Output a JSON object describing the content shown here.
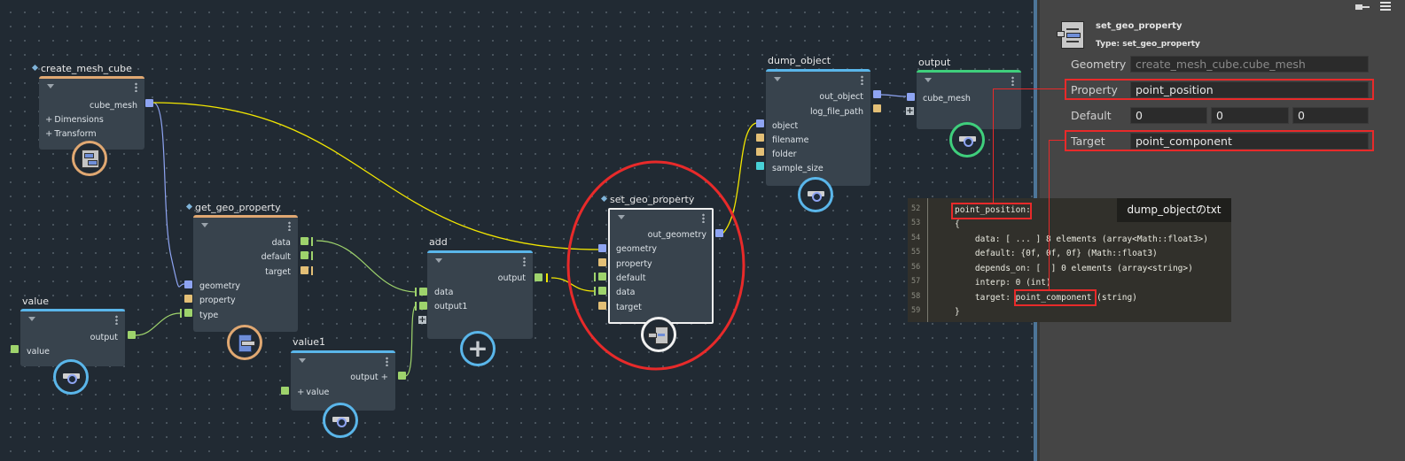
{
  "nodes": {
    "create_mesh_cube": {
      "title": "create_mesh_cube",
      "outputs": [
        "cube_mesh"
      ],
      "groups": [
        "Dimensions",
        "Transform"
      ],
      "icon": "cube-mesh-icon"
    },
    "get_geo_property": {
      "title": "get_geo_property",
      "outputs": [
        "data",
        "default",
        "target"
      ],
      "inputs": [
        "geometry",
        "property",
        "type"
      ],
      "icon": "get-property-icon"
    },
    "value": {
      "title": "value",
      "outputs": [
        "output"
      ],
      "inputs": [
        "value"
      ],
      "icon": "viewer-icon"
    },
    "value1": {
      "title": "value1",
      "outputs": [
        "output"
      ],
      "inputs": [
        "value"
      ],
      "icon": "viewer-icon"
    },
    "add": {
      "title": "add",
      "outputs": [
        "output"
      ],
      "inputs": [
        "data",
        "output1"
      ],
      "icon": "plus-icon"
    },
    "set_geo_property": {
      "title": "set_geo_property",
      "outputs": [
        "out_geometry"
      ],
      "inputs": [
        "geometry",
        "property",
        "default",
        "data",
        "target"
      ],
      "icon": "set-property-icon"
    },
    "dump_object": {
      "title": "dump_object",
      "outputs": [
        "out_object",
        "log_file_path"
      ],
      "inputs": [
        "object",
        "filename",
        "folder",
        "sample_size"
      ],
      "icon": "viewer-icon"
    },
    "output": {
      "title": "output",
      "inputs": [
        "cube_mesh"
      ],
      "icon": "viewer-icon"
    }
  },
  "panel": {
    "node_name": "set_geo_property",
    "node_type": "Type: set_geo_property",
    "fields": {
      "geometry": {
        "label": "Geometry",
        "value": "create_mesh_cube.cube_mesh"
      },
      "property": {
        "label": "Property",
        "value": "point_position"
      },
      "default": {
        "label": "Default",
        "values": [
          "0",
          "0",
          "0"
        ]
      },
      "target": {
        "label": "Target",
        "value": "point_component"
      }
    }
  },
  "code_overlay": {
    "title": "dump_objectのtxt",
    "lines": [
      {
        "num": "52",
        "text": "point_position:"
      },
      {
        "num": "53",
        "text": "{"
      },
      {
        "num": "54",
        "text": "    data: [ ... ] 8 elements (array<Math::float3>)"
      },
      {
        "num": "55",
        "text": "    default: {0f, 0f, 0f} (Math::float3)"
      },
      {
        "num": "56",
        "text": "    depends_on: [  ] 0 elements (array<string>)"
      },
      {
        "num": "57",
        "text": "    interp: 0 (int)"
      },
      {
        "num": "58",
        "text": "    target: point_component (string)"
      },
      {
        "num": "59",
        "text": "}"
      }
    ]
  },
  "colors": {
    "highlight": "#e82a2a",
    "geometry_port": "#8ea4f2",
    "string_port": "#e3bf76",
    "numeric_port": "#9ed36c",
    "int_port": "#48d0d6",
    "wire_active": "#f2e600"
  }
}
